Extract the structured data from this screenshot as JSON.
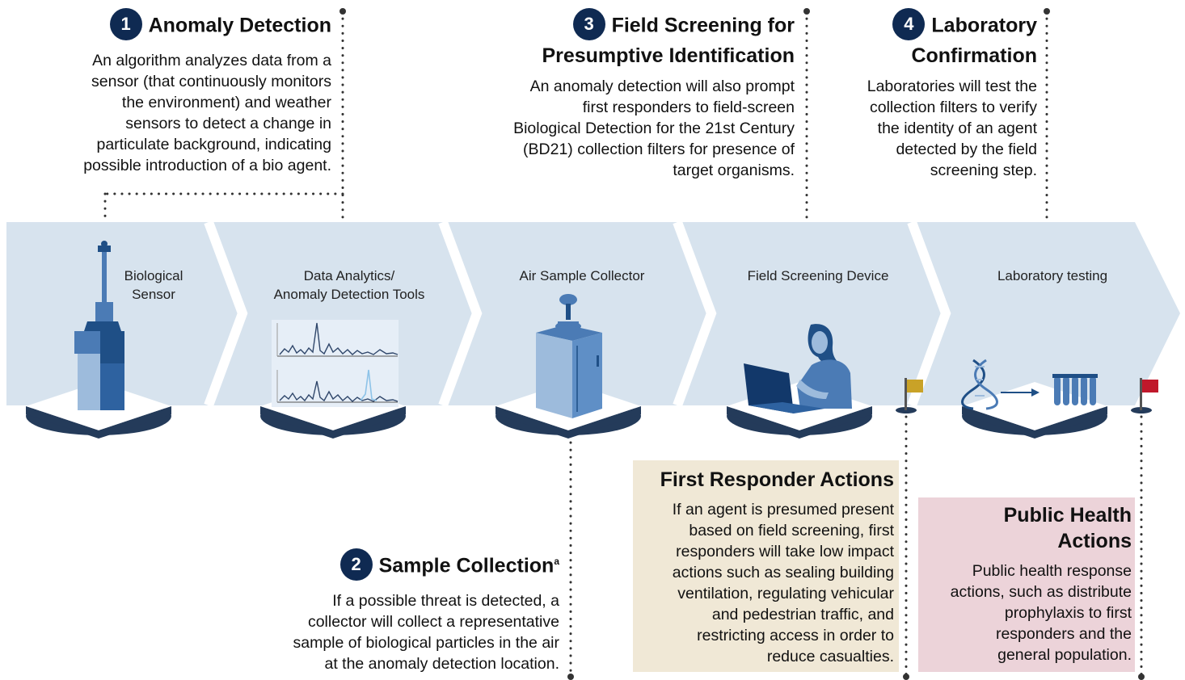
{
  "steps": {
    "s1": {
      "number": "1",
      "title": "Anomaly Detection",
      "body": [
        "An algorithm analyzes data from a",
        "sensor (that continuously monitors",
        "the environment) and weather",
        "sensors to detect a change in",
        "particulate background, indicating",
        "possible introduction of a bio agent."
      ]
    },
    "s2": {
      "number": "2",
      "title": "Sample Collection",
      "title_sup": "a",
      "body": [
        "If a possible threat is detected, a",
        "collector will collect a representative",
        "sample of biological particles in the air",
        "at the anomaly detection location."
      ]
    },
    "s3": {
      "number": "3",
      "title_lines": [
        "Field Screening for",
        "Presumptive Identification"
      ],
      "body": [
        "An anomaly detection will also prompt",
        "first responders to field-screen",
        "Biological Detection for the 21st Century",
        "(BD21) collection filters for presence of",
        "target organisms."
      ]
    },
    "s4": {
      "number": "4",
      "title_lines": [
        "Laboratory",
        "Confirmation"
      ],
      "body": [
        "Laboratories will test the",
        "collection filters to verify",
        "the identity of an agent",
        "detected by the field",
        "screening step."
      ]
    }
  },
  "stations": [
    {
      "label": [
        "Biological",
        "Sensor"
      ],
      "icon": "biological-sensor-icon"
    },
    {
      "label": [
        "Data Analytics/",
        "Anomaly Detection Tools"
      ],
      "icon": "anomaly-chart-icon"
    },
    {
      "label": [
        "Air Sample Collector"
      ],
      "icon": "air-sample-collector-icon"
    },
    {
      "label": [
        "Field Screening Device"
      ],
      "icon": "person-laptop-icon"
    },
    {
      "label": [
        "Laboratory testing"
      ],
      "icon": "dna-test-tubes-icon"
    }
  ],
  "actions": {
    "first_responder": {
      "title": "First Responder Actions",
      "body": [
        "If an agent is presumed present",
        "based on field screening, first",
        "responders will take low impact",
        "actions such as sealing building",
        "ventilation, regulating vehicular",
        "and pedestrian traffic, and",
        "restricting access in order to",
        "reduce casualties."
      ],
      "color": "#f0e8d6",
      "flag_color": "#c9a227"
    },
    "public_health": {
      "title_lines": [
        "Public Health",
        "Actions"
      ],
      "body": [
        "Public health response",
        "actions, such as distribute",
        "prophylaxis to first",
        "responders and the",
        "general population."
      ],
      "color": "#ecd3d9",
      "flag_color": "#c0182b"
    }
  },
  "colors": {
    "band": "#d7e3ee",
    "badge": "#0f2a52",
    "icon_dark": "#1f4f86",
    "icon_mid": "#4b7bb5",
    "icon_light": "#9dbbdc",
    "platform": "#243b5a"
  }
}
